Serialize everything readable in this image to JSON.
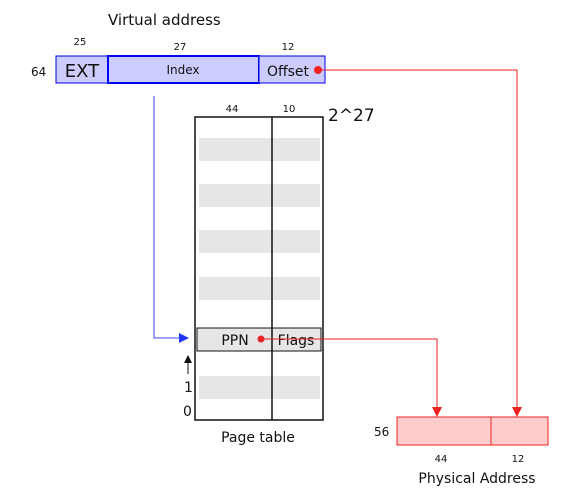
{
  "virtual_address": {
    "title": "Virtual address",
    "total_bits": "64",
    "fields": [
      {
        "width_label": "25",
        "name": "EXT"
      },
      {
        "width_label": "27",
        "name": "Index"
      },
      {
        "width_label": "12",
        "name": "Offset"
      }
    ]
  },
  "page_table": {
    "title": "Page table",
    "size_label": "2^27",
    "column_widths": [
      "44",
      "10"
    ],
    "entry_fields": [
      "PPN",
      "Flags"
    ],
    "row_labels": [
      "1",
      "0"
    ]
  },
  "physical_address": {
    "title": "Physical Address",
    "total_bits": "56",
    "fields": [
      {
        "width_label": "44"
      },
      {
        "width_label": "12"
      }
    ]
  },
  "colors": {
    "virtual_fill": "#ccccff",
    "virtual_stroke": "#0000ee",
    "physical_fill": "#ffcccc",
    "physical_stroke": "#ee2222",
    "arrow_blue": "#3344ff",
    "arrow_red": "#ee2222",
    "row_fill": "#e6e6e6"
  }
}
